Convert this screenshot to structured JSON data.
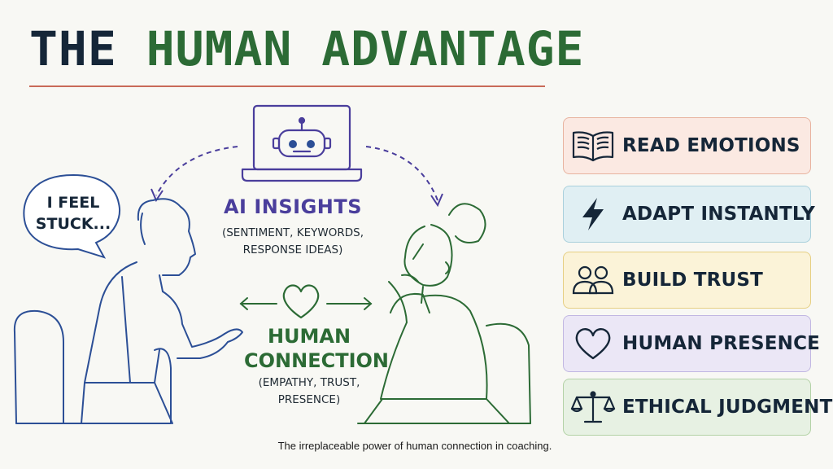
{
  "header": {
    "title_part1": "THE ",
    "title_part2": "HUMAN ADVANTAGE"
  },
  "scene": {
    "speech_bubble": "I FEEL STUCK...",
    "ai_label": "AI INSIGHTS",
    "ai_sub_line1": "(SENTIMENT, KEYWORDS,",
    "ai_sub_line2": "RESPONSE IDEAS)",
    "connection_label_line1": "HUMAN",
    "connection_label_line2": "CONNECTION",
    "connection_sub_line1": "(EMPATHY, TRUST,",
    "connection_sub_line2": "PRESENCE)"
  },
  "caption": "The irreplaceable power of human connection in coaching.",
  "cards": [
    {
      "label": "READ EMOTIONS",
      "icon": "open-book-icon",
      "bg": "#fbe9e2",
      "border": "#e8b39f"
    },
    {
      "label": "ADAPT INSTANTLY",
      "icon": "lightning-bolt-icon",
      "bg": "#e0eff3",
      "border": "#a9d0dc"
    },
    {
      "label": "BUILD TRUST",
      "icon": "two-people-icon",
      "bg": "#fbf3d8",
      "border": "#e6cf83"
    },
    {
      "label": "HUMAN PRESENCE",
      "icon": "heart-icon",
      "bg": "#ebe7f6",
      "border": "#c1b7e2"
    },
    {
      "label": "ETHICAL JUDGMENT",
      "icon": "scales-icon",
      "bg": "#e7f1e3",
      "border": "#b3d2a6"
    }
  ],
  "colors": {
    "navy": "#152638",
    "green": "#2c6b35",
    "purple": "#4a3e9c",
    "blue_line": "#2c4f96",
    "accent_rule": "#c96a58"
  }
}
